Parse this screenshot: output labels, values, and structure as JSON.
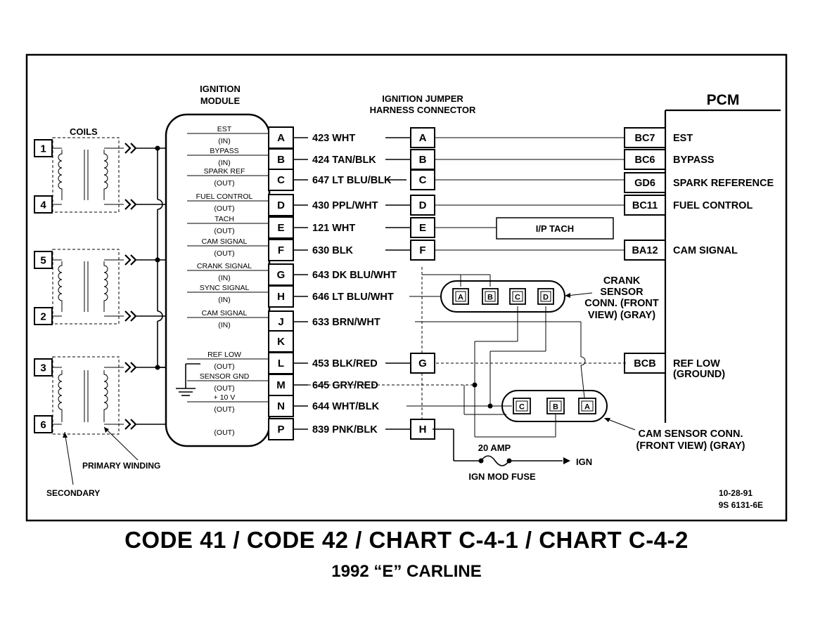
{
  "module": {
    "title_line1": "IGNITION",
    "title_line2": "MODULE"
  },
  "coils": {
    "label": "COILS",
    "terminals": [
      "1",
      "4",
      "5",
      "2",
      "3",
      "6"
    ]
  },
  "module_pins": [
    {
      "pin": "A",
      "signal": "EST",
      "dir": "(IN)"
    },
    {
      "pin": "B",
      "signal": "BYPASS",
      "dir": "(IN)"
    },
    {
      "pin": "C",
      "signal": "SPARK REF",
      "dir": "(OUT)"
    },
    {
      "pin": "D",
      "signal": "FUEL CONTROL",
      "dir": "(OUT)"
    },
    {
      "pin": "E",
      "signal": "TACH",
      "dir": "(OUT)"
    },
    {
      "pin": "F",
      "signal": "CAM SIGNAL",
      "dir": "(OUT)"
    },
    {
      "pin": "G",
      "signal": "CRANK SIGNAL",
      "dir": "(IN)"
    },
    {
      "pin": "H",
      "signal": "SYNC SIGNAL",
      "dir": "(IN)"
    },
    {
      "pin": "J",
      "signal": "CAM SIGNAL",
      "dir": "(IN)"
    },
    {
      "pin": "K",
      "signal": "",
      "dir": ""
    },
    {
      "pin": "L",
      "signal": "REF LOW",
      "dir": "(OUT)"
    },
    {
      "pin": "M",
      "signal": "SENSOR GND",
      "dir": "(OUT)"
    },
    {
      "pin": "N",
      "signal": "+ 10 V",
      "dir": "(OUT)"
    },
    {
      "pin": "P",
      "signal": "",
      "dir": "(OUT)"
    }
  ],
  "wires": [
    "423 WHT",
    "424 TAN/BLK",
    "647 LT BLU/BLK",
    "430 PPL/WHT",
    "121 WHT",
    "630 BLK",
    "643 DK BLU/WHT",
    "646 LT BLU/WHT",
    "633 BRN/WHT",
    "",
    "453 BLK/RED",
    "645 GRY/RED",
    "644 WHT/BLK",
    "839 PNK/BLK"
  ],
  "jumper": {
    "title_line1": "IGNITION JUMPER",
    "title_line2": "HARNESS CONNECTOR",
    "pins": [
      "A",
      "B",
      "C",
      "D",
      "E",
      "F",
      "G",
      "H"
    ]
  },
  "pcm": {
    "title": "PCM",
    "terminals": [
      {
        "id": "BC7",
        "label": "EST"
      },
      {
        "id": "BC6",
        "label": "BYPASS"
      },
      {
        "id": "GD6",
        "label": "SPARK REFERENCE"
      },
      {
        "id": "BC11",
        "label": "FUEL CONTROL"
      },
      {
        "id": "BA12",
        "label": "CAM SIGNAL"
      },
      {
        "id": "BCB",
        "label": "REF LOW"
      }
    ],
    "ref_low_sub": "(GROUND)"
  },
  "ip_tach": "I/P TACH",
  "crank_sensor": {
    "pins": [
      "A",
      "B",
      "C",
      "D"
    ],
    "label_lines": [
      "CRANK",
      "SENSOR",
      "CONN. (FRONT",
      "VIEW) (GRAY)"
    ]
  },
  "cam_sensor": {
    "pins": [
      "C",
      "B",
      "A"
    ],
    "label_lines": [
      "CAM SENSOR CONN.",
      "(FRONT VIEW) (GRAY)"
    ]
  },
  "fuse": {
    "rating": "20 AMP",
    "label": "IGN MOD FUSE",
    "ign": "IGN"
  },
  "coil_labels": {
    "primary": "PRIMARY WINDING",
    "secondary": "SECONDARY"
  },
  "stamp": {
    "date": "10-28-91",
    "code": "9S 6131-6E"
  },
  "caption": {
    "title": "CODE 41 / CODE 42 / CHART C-4-1 / CHART C-4-2",
    "subtitle": "1992 “E” CARLINE"
  }
}
